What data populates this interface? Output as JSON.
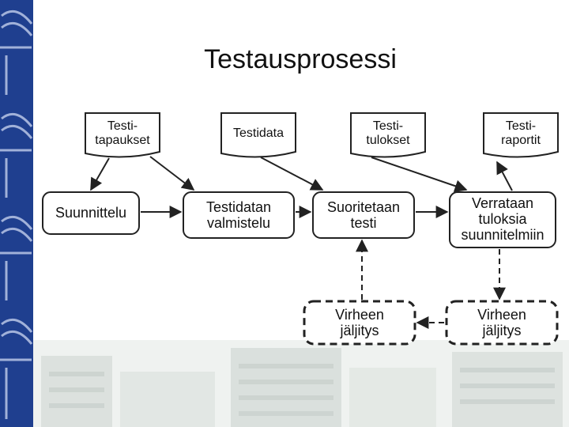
{
  "title": "Testausprosessi",
  "documents": [
    {
      "id": "testitapaukset",
      "line1": "Testi-",
      "line2": "tapaukset"
    },
    {
      "id": "testidata",
      "line1": "Testidata",
      "line2": ""
    },
    {
      "id": "testitulokset",
      "line1": "Testi-",
      "line2": "tulokset"
    },
    {
      "id": "testiraportit",
      "line1": "Testi-",
      "line2": "raportit"
    }
  ],
  "processes": [
    {
      "id": "suunnittelu",
      "line1": "Suunnittelu",
      "line2": "",
      "line3": ""
    },
    {
      "id": "testidatan-valmistelu",
      "line1": "Testidatan",
      "line2": "valmistelu",
      "line3": ""
    },
    {
      "id": "suoritetaan-testi",
      "line1": "Suoritetaan",
      "line2": "testi",
      "line3": ""
    },
    {
      "id": "verrataan",
      "line1": "Verrataan",
      "line2": "tuloksia",
      "line3": "suunnitelmiin"
    }
  ],
  "trace_boxes": [
    {
      "id": "virheen-jaljitys-1",
      "line1": "Virheen",
      "line2": "jäljitys"
    },
    {
      "id": "virheen-jaljitys-2",
      "line1": "Virheen",
      "line2": "jäljitys"
    }
  ],
  "colors": {
    "stripe": "#1f3f8f",
    "stripe_light": "#8fa3d0",
    "box_border": "#222222",
    "arrow": "#222222"
  }
}
